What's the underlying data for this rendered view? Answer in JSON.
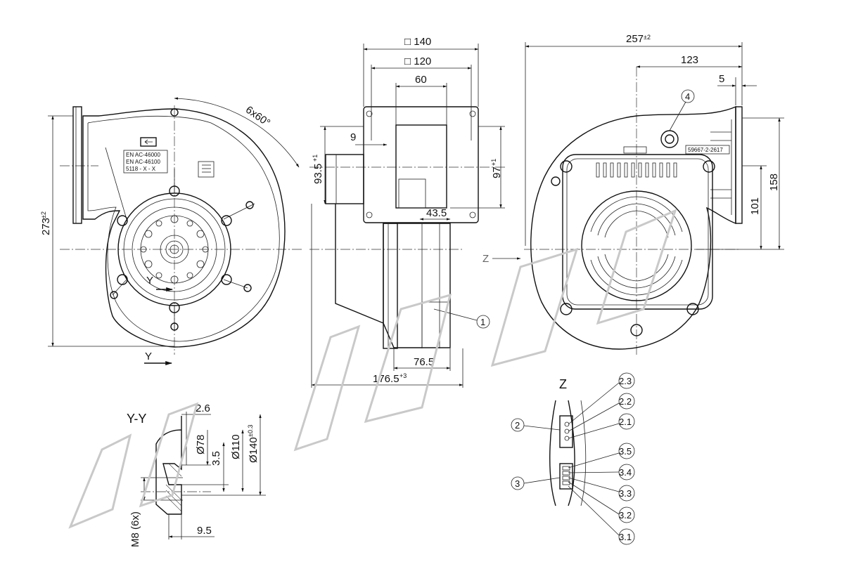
{
  "view_front": {
    "dims": {
      "height": "273",
      "height_tol": "±2",
      "angle": "6x60°"
    },
    "labels": {
      "en1": "EN  AC-46000",
      "en2": "EN  AC-46100",
      "model": "5118 - X - X",
      "section_y": "Y",
      "section_y2": "Y"
    }
  },
  "view_side": {
    "dims": {
      "sq140": "□ 140",
      "sq120": "□ 120",
      "d60": "60",
      "d9": "9",
      "d93": "93.5",
      "d93_tol": "+1",
      "d97": "97",
      "d97_tol": "+1",
      "d43": "43.5",
      "d76": "76.5",
      "d176": "176.5",
      "d176_tol": "+3"
    },
    "z_arrow": "Z"
  },
  "view_back": {
    "dims": {
      "d257": "257",
      "d257_tol": "±2",
      "d123": "123",
      "d5": "5",
      "d158": "158",
      "d101": "101"
    },
    "label_code": "59667-2-2617"
  },
  "section_yy": {
    "title": "Y-Y",
    "dims": {
      "d2_6": "2.6",
      "d78": "Ø78",
      "d3_5": "3.5",
      "d110": "Ø110",
      "d140": "Ø140",
      "d140_tol": "±0.3",
      "m8": "M8 (6x)",
      "d9_5": "9.5"
    }
  },
  "detail_z": {
    "title": "Z"
  },
  "callouts": [
    "1",
    "2",
    "3",
    "4",
    "2.1",
    "2.2",
    "2.3",
    "3.1",
    "3.2",
    "3.3",
    "3.4",
    "3.5"
  ]
}
